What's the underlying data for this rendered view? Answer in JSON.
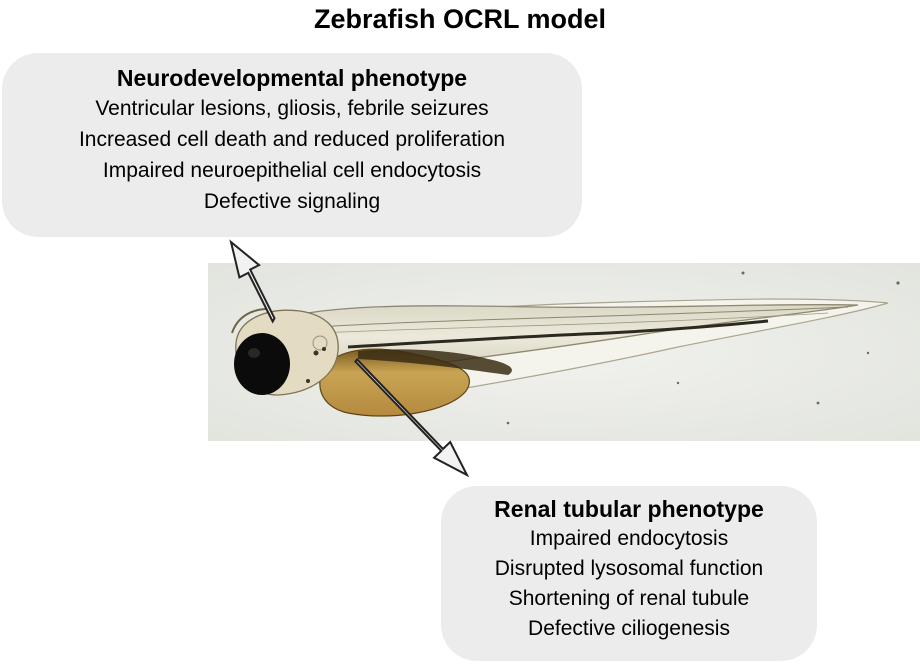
{
  "title": "Zebrafish OCRL model",
  "neuro": {
    "heading": "Neurodevelopmental phenotype",
    "items": [
      "Ventricular lesions, gliosis, febrile seizures",
      "Increased cell death and reduced proliferation",
      "Impaired neuroepithelial cell endocytosis",
      "Defective signaling"
    ]
  },
  "renal": {
    "heading": "Renal tubular phenotype",
    "items": [
      "Impaired endocytosis",
      "Disrupted lysosomal function",
      "Shortening of renal tubule",
      "Defective ciliogenesis"
    ]
  },
  "colors": {
    "box_fill": "#ececec",
    "arrow_fill": "#f2f2f2",
    "arrow_stroke": "#222222",
    "photo_background": "#e9ebe6",
    "yolk": "#c9a454",
    "eye": "#0b0b0b"
  }
}
